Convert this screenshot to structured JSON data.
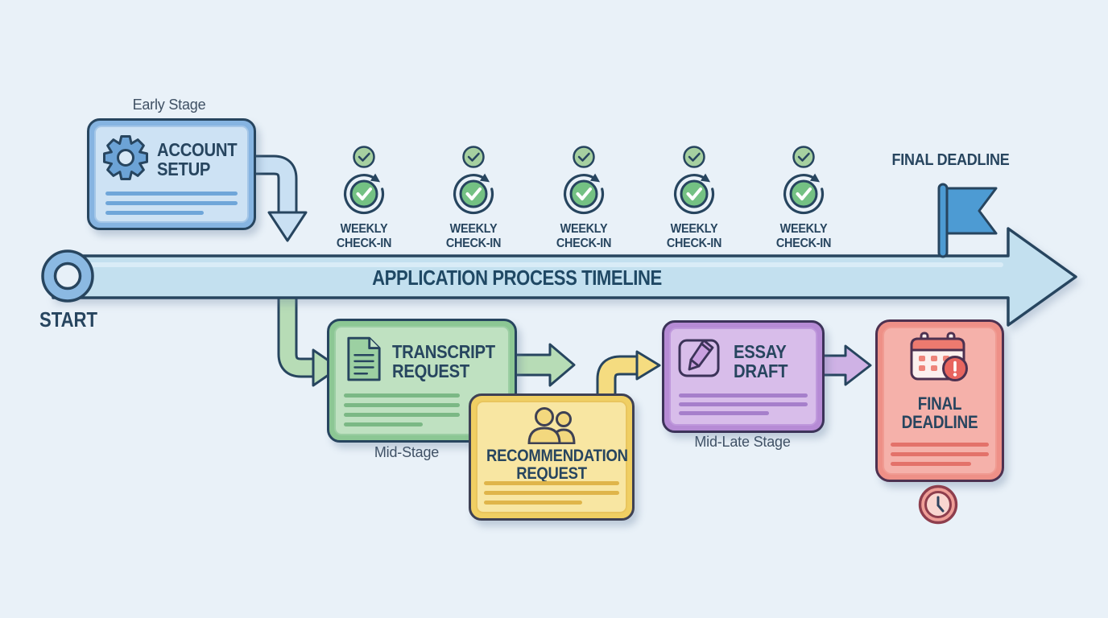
{
  "timeline": {
    "title": "APPLICATION PROCESS TIMELINE",
    "start_label": "START",
    "flag_label": "FINAL DEADLINE"
  },
  "cards": {
    "account_setup": {
      "title": "ACCOUNT SETUP",
      "stage_label": "Early Stage",
      "icon": "gear-icon"
    },
    "transcript_request": {
      "title": "TRANSCRIPT REQUEST",
      "stage_label": "Mid-Stage",
      "icon": "document-icon"
    },
    "recommendation_request": {
      "title": "RECOMMENDATION REQUEST",
      "icon": "people-icon"
    },
    "essay_draft": {
      "title": "ESSAY DRAFT",
      "stage_label": "Mid-Late Stage",
      "icon": "pencil-icon"
    },
    "final_deadline": {
      "title": "FINAL DEADLINE",
      "icon": "calendar-alert-icon",
      "below_icon": "clock-icon"
    }
  },
  "checkins": {
    "items": [
      {
        "label": "WEEKLY CHECK-IN"
      },
      {
        "label": "WEEKLY CHECK-IN"
      },
      {
        "label": "WEEKLY CHECK-IN"
      },
      {
        "label": "WEEKLY CHECK-IN"
      },
      {
        "label": "WEEKLY CHECK-IN"
      }
    ]
  },
  "palette": {
    "background": "#e9f1f8",
    "outline_navy": "#27455f",
    "timeline_fill": "#c3e0ef",
    "flag_blue": "#4d9bd3",
    "blue_card": "#86b4e1",
    "blue_card_inner": "#cde2f4",
    "green_card": "#8cc794",
    "green_card_inner": "#bfe1c1",
    "yellow_card": "#f0cf63",
    "yellow_card_inner": "#f8e6a2",
    "purple_card": "#b68bd5",
    "purple_card_inner": "#d8bdea",
    "red_card": "#ee9087",
    "red_card_inner": "#f5b1aa",
    "red_card_outline": "#4d3150",
    "check_green": "#74c183",
    "checkin_light_green": "#a6d0a0",
    "text_navy": "#27455f"
  }
}
